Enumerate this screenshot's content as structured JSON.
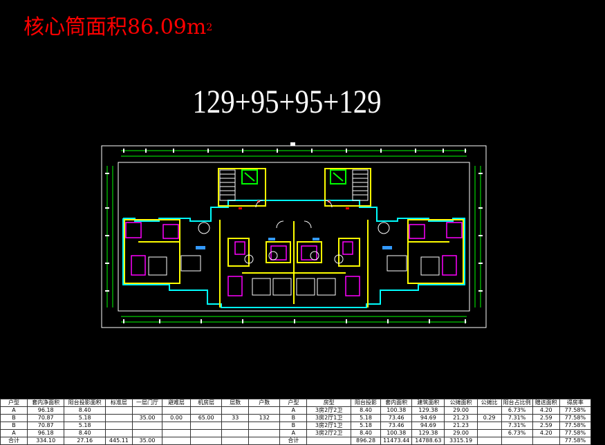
{
  "title": {
    "text": "核心筒面积86.09㎡",
    "main": "核心筒面积86.09m",
    "superscript": "2",
    "color": "#ff0000"
  },
  "unit_combo": "129+95+95+129",
  "colors": {
    "background": "#000000",
    "wall": "#ffff00",
    "grid": "#ffffff",
    "dimension": "#00ff00",
    "outline": "#00ffff",
    "furniture": "#ffffff",
    "accent": "#ff00ff",
    "stair": "#00ff00"
  },
  "table": {
    "headers": [
      "户型",
      "套内净面积",
      "阳台投影面积",
      "标准层",
      "一层门厅",
      "避难层",
      "机房层",
      "层数",
      "户数",
      "户型",
      "房型",
      "阳台投影",
      "套内面积",
      "建筑面积",
      "公摊面积",
      "公摊比",
      "阳台占比例",
      "赠送面积",
      "得房率"
    ],
    "rows": [
      [
        "A",
        "96.18",
        "8.40",
        "",
        "",
        "",
        "",
        "",
        "",
        "A",
        "3房2厅2卫",
        "8.40",
        "100.38",
        "129.38",
        "29.00",
        "",
        "6.73%",
        "4.20",
        "77.58%"
      ],
      [
        "B",
        "70.87",
        "5.18",
        "",
        "35.00",
        "0.00",
        "65.00",
        "33",
        "132",
        "B",
        "3房2厅1卫",
        "5.18",
        "73.46",
        "94.69",
        "21.23",
        "0.29",
        "7.31%",
        "2.59",
        "77.58%"
      ],
      [
        "B",
        "70.87",
        "5.18",
        "",
        "",
        "",
        "",
        "",
        "",
        "B",
        "3房2厅1卫",
        "5.18",
        "73.46",
        "94.69",
        "21.23",
        "",
        "7.31%",
        "2.59",
        "77.58%"
      ],
      [
        "A",
        "96.18",
        "8.40",
        "",
        "",
        "",
        "",
        "",
        "",
        "A",
        "3房2厅2卫",
        "8.40",
        "100.38",
        "129.38",
        "29.00",
        "",
        "6.73%",
        "4.20",
        "77.58%"
      ],
      [
        "合计",
        "334.10",
        "27.16",
        "445.11",
        "35.00",
        "",
        "",
        "",
        "",
        "合计",
        "",
        "896.28",
        "11473.44",
        "14788.63",
        "3315.19",
        "",
        "",
        "",
        "77.58%"
      ]
    ]
  }
}
